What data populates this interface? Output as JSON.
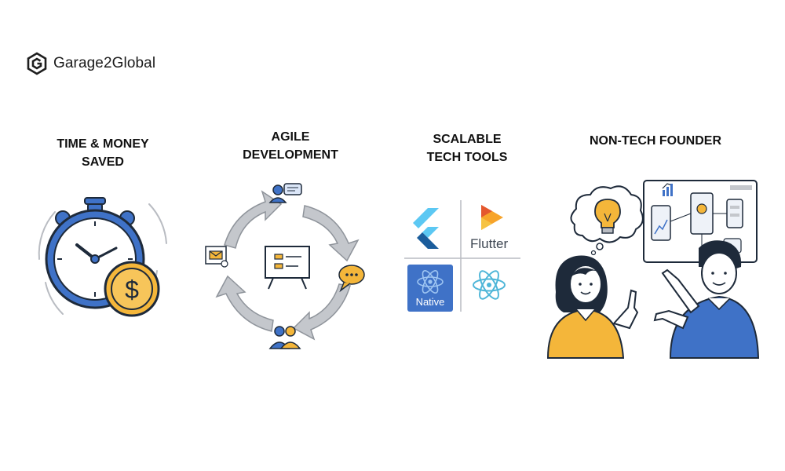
{
  "brand": {
    "name": "Garage2Global",
    "logo_icon": "hexagon-g-logo-icon"
  },
  "sections": [
    {
      "id": "time-money",
      "title_line1": "TIME & MONEY",
      "title_line2": "SAVED",
      "icons": [
        "stopwatch-icon",
        "dollar-coin-icon"
      ]
    },
    {
      "id": "agile",
      "title_line1": "AGILE",
      "title_line2": "DEVELOPMENT",
      "icons": [
        "cycle-arrows-icon",
        "presentation-board-icon",
        "user-chat-icon",
        "chat-bubble-icon",
        "team-icon",
        "mail-card-icon"
      ]
    },
    {
      "id": "tools",
      "title_line1": "SCALABLE",
      "title_line2": "TECH TOOLS",
      "icons": [
        "flutter-logo-icon",
        "play-logo-icon",
        "react-native-logo-icon",
        "react-logo-icon"
      ],
      "flutter_label": "Flutter",
      "native_label": "Native"
    },
    {
      "id": "founder",
      "title_line1": "NON-TECH FOUNDER",
      "icons": [
        "lightbulb-thought-icon",
        "app-wireframe-icon",
        "woman-founder-illustration",
        "man-developer-illustration"
      ]
    }
  ],
  "colors": {
    "blue": "#3f72c7",
    "yellow": "#f4b63a",
    "gray": "#b9bcc2",
    "dark": "#1e2a3a"
  }
}
